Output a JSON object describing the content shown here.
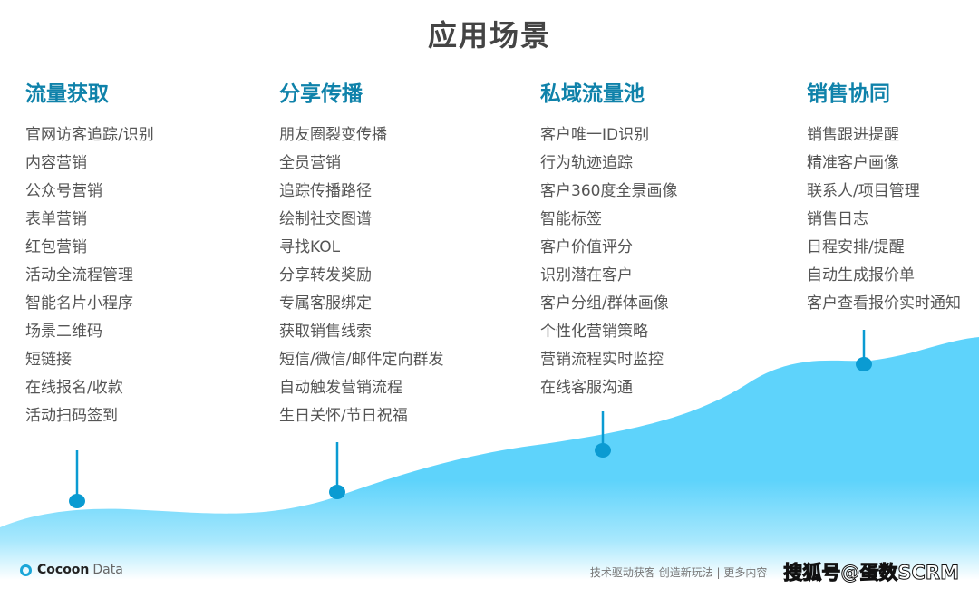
{
  "title": "应用场景",
  "columns": [
    {
      "heading": "流量获取",
      "items": [
        "官网访客追踪/识别",
        "内容营销",
        "公众号营销",
        "表单营销",
        "红包营销",
        "活动全流程管理",
        "智能名片小程序",
        "场景二维码",
        "短链接",
        "在线报名/收款",
        "活动扫码签到"
      ]
    },
    {
      "heading": "分享传播",
      "items": [
        "朋友圈裂变传播",
        "全员营销",
        "追踪传播路径",
        "绘制社交图谱",
        "寻找KOL",
        "分享转发奖励",
        "专属客服绑定",
        "获取销售线索",
        "短信/微信/邮件定向群发",
        "自动触发营销流程",
        "生日关怀/节日祝福"
      ]
    },
    {
      "heading": "私域流量池",
      "items": [
        "客户唯一ID识别",
        "行为轨迹追踪",
        "客户360度全景画像",
        "智能标签",
        "客户价值评分",
        "识别潜在客户",
        "客户分组/群体画像",
        "个性化营销策略",
        "营销流程实时监控",
        "在线客服沟通"
      ]
    },
    {
      "heading": "销售协同",
      "items": [
        "销售跟进提醒",
        "精准客户画像",
        "联系人/项目管理",
        "销售日志",
        "日程安排/提醒",
        "自动生成报价单",
        "客户查看报价实时通知"
      ]
    }
  ],
  "footer": {
    "logo_brand": "Cocoon",
    "logo_suffix": "Data",
    "slogan": "技术驱动获客 创造新玩法 | 更多内容",
    "watermark": "搜狐号@蛋数SCRM"
  },
  "colors": {
    "heading": "#0f82aa",
    "pin": "#0a9bd2",
    "wave_top": "#5ed3fb"
  }
}
